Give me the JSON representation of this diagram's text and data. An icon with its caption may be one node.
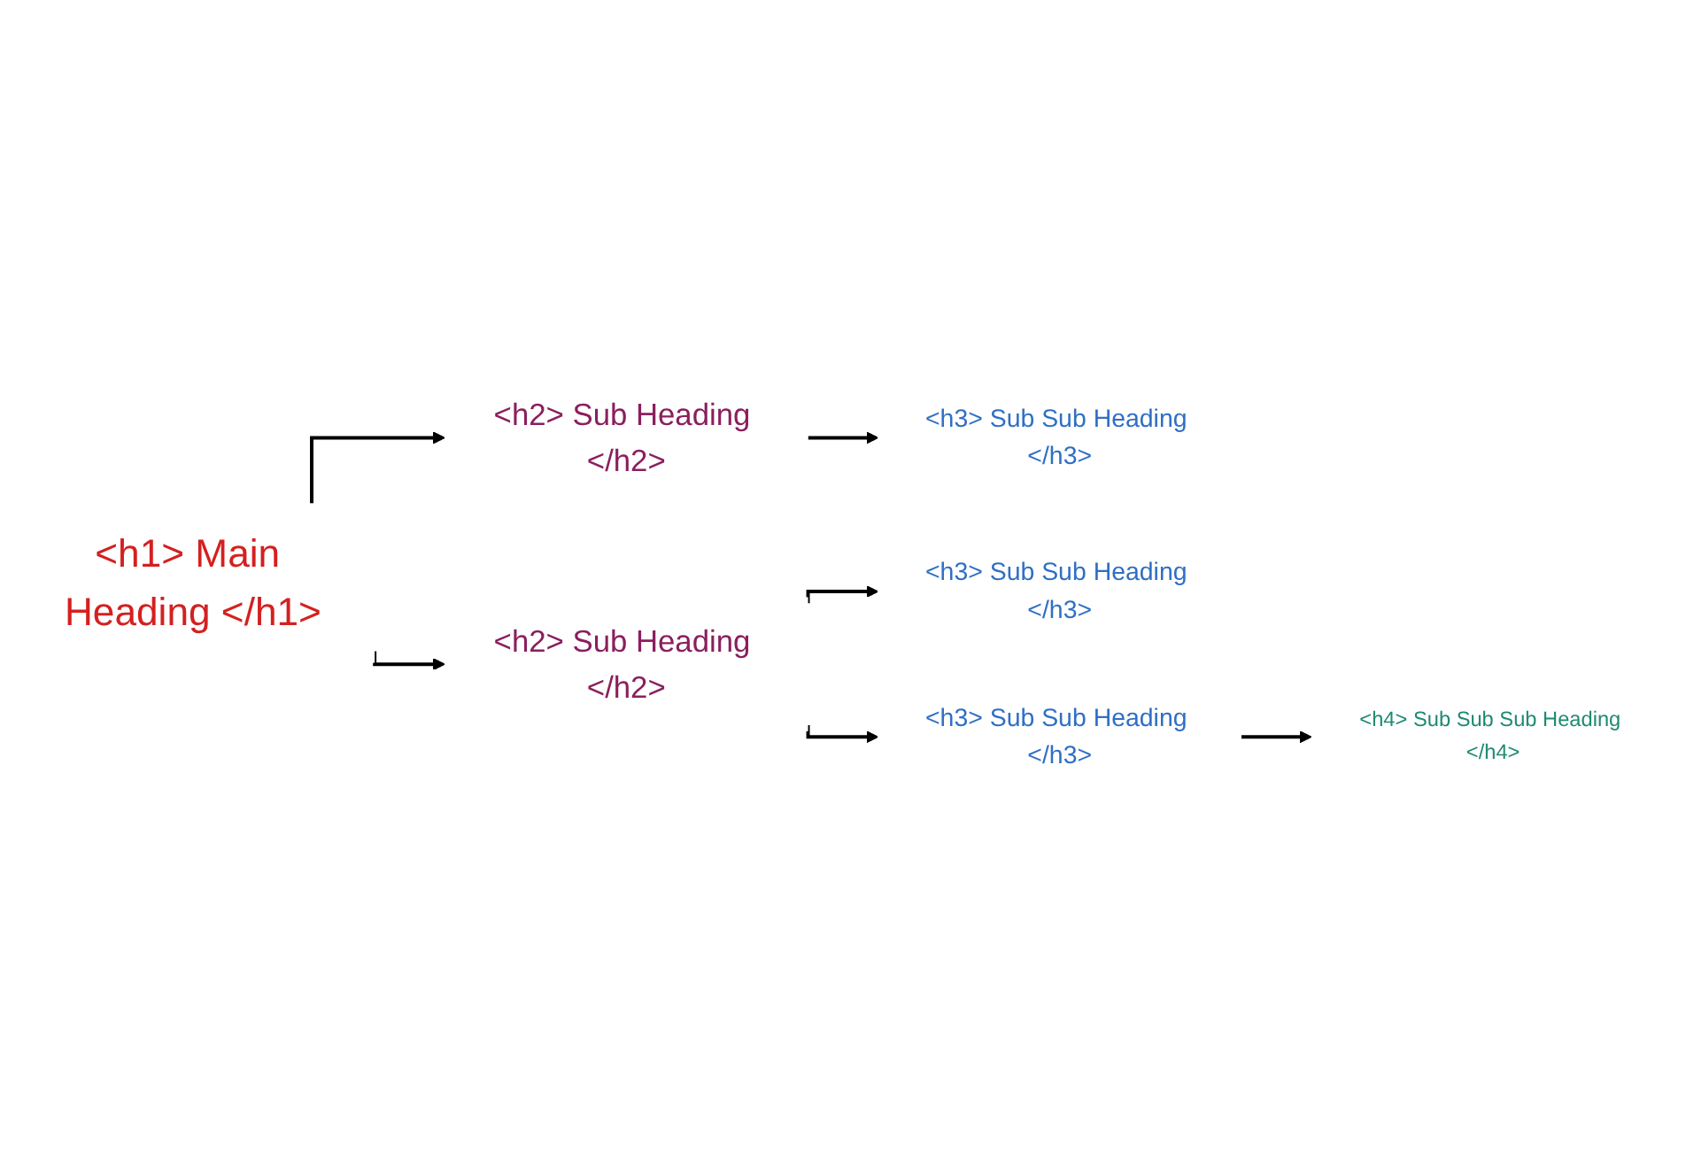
{
  "diagram": {
    "nodes": [
      {
        "text": [
          "<h1> Main Heading </h1>"
        ]
      },
      {
        "text": [
          "<h2> Sub Heading </h2>"
        ]
      },
      {
        "text": [
          "<h3> Sub Sub Heading </h3>"
        ]
      },
      {
        "text": [
          "<h2> Sub Heading </h2>"
        ]
      },
      {
        "text": [
          "<h3> Sub Sub Heading </h3>"
        ]
      },
      {
        "text": [
          "<h3> Sub Sub Heading </h3>"
        ]
      },
      {
        "text": [
          "<h4> Sub Sub Sub Heading </h4>"
        ]
      }
    ],
    "edges": [
      {
        "from": 0,
        "to": 1,
        "arrow": "to"
      },
      {
        "from": 1,
        "to": 2,
        "arrow": "to"
      },
      {
        "from": 0,
        "to": 3,
        "arrow": "to"
      },
      {
        "from": 3,
        "to": 4,
        "arrow": "to"
      },
      {
        "from": 3,
        "to": 5,
        "arrow": "to"
      },
      {
        "from": 5,
        "to": 6,
        "arrow": "to"
      }
    ]
  }
}
